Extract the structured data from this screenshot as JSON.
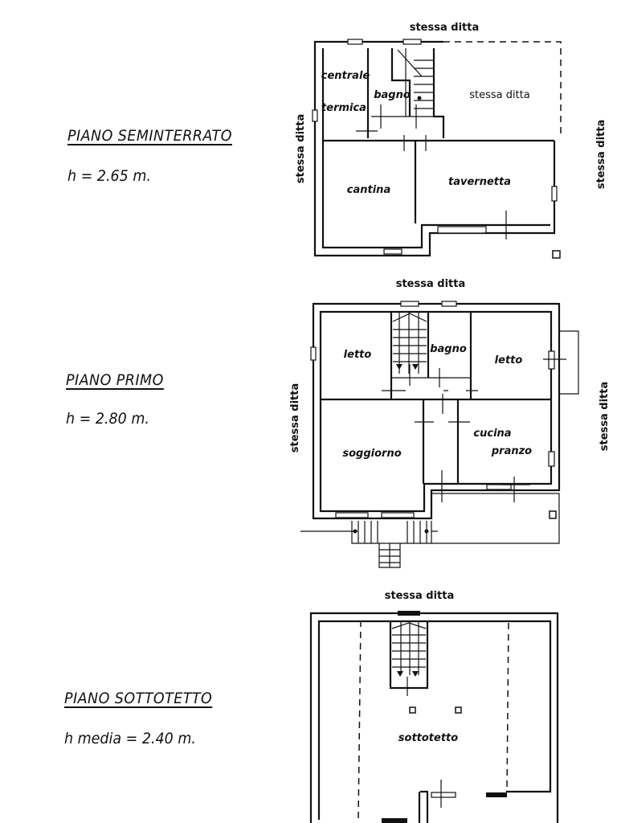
{
  "floors": [
    {
      "id": "seminterrato",
      "title": "PIANO SEMINTERRATO",
      "height": "h = 2.65 m.",
      "neighbors": {
        "top": "stessa ditta",
        "left": "stessa ditta",
        "right": "stessa ditta",
        "inner": "stessa ditta"
      },
      "rooms": [
        "centrale",
        "termica",
        "bagno",
        "stessa ditta",
        "cantina",
        "tavernetta"
      ]
    },
    {
      "id": "primo",
      "title": "PIANO PRIMO",
      "height": "h = 2.80 m.",
      "neighbors": {
        "top": "stessa ditta",
        "left": "stessa ditta",
        "right": "stessa ditta"
      },
      "rooms": [
        "letto",
        "bagno",
        "letto",
        "soggiorno",
        "cucina",
        "pranzo"
      ]
    },
    {
      "id": "sottotetto",
      "title": "PIANO SOTTOTETTO",
      "height": "h media = 2.40 m.",
      "neighbors": {
        "top": "stessa ditta"
      },
      "rooms": [
        "sottotetto"
      ]
    }
  ]
}
